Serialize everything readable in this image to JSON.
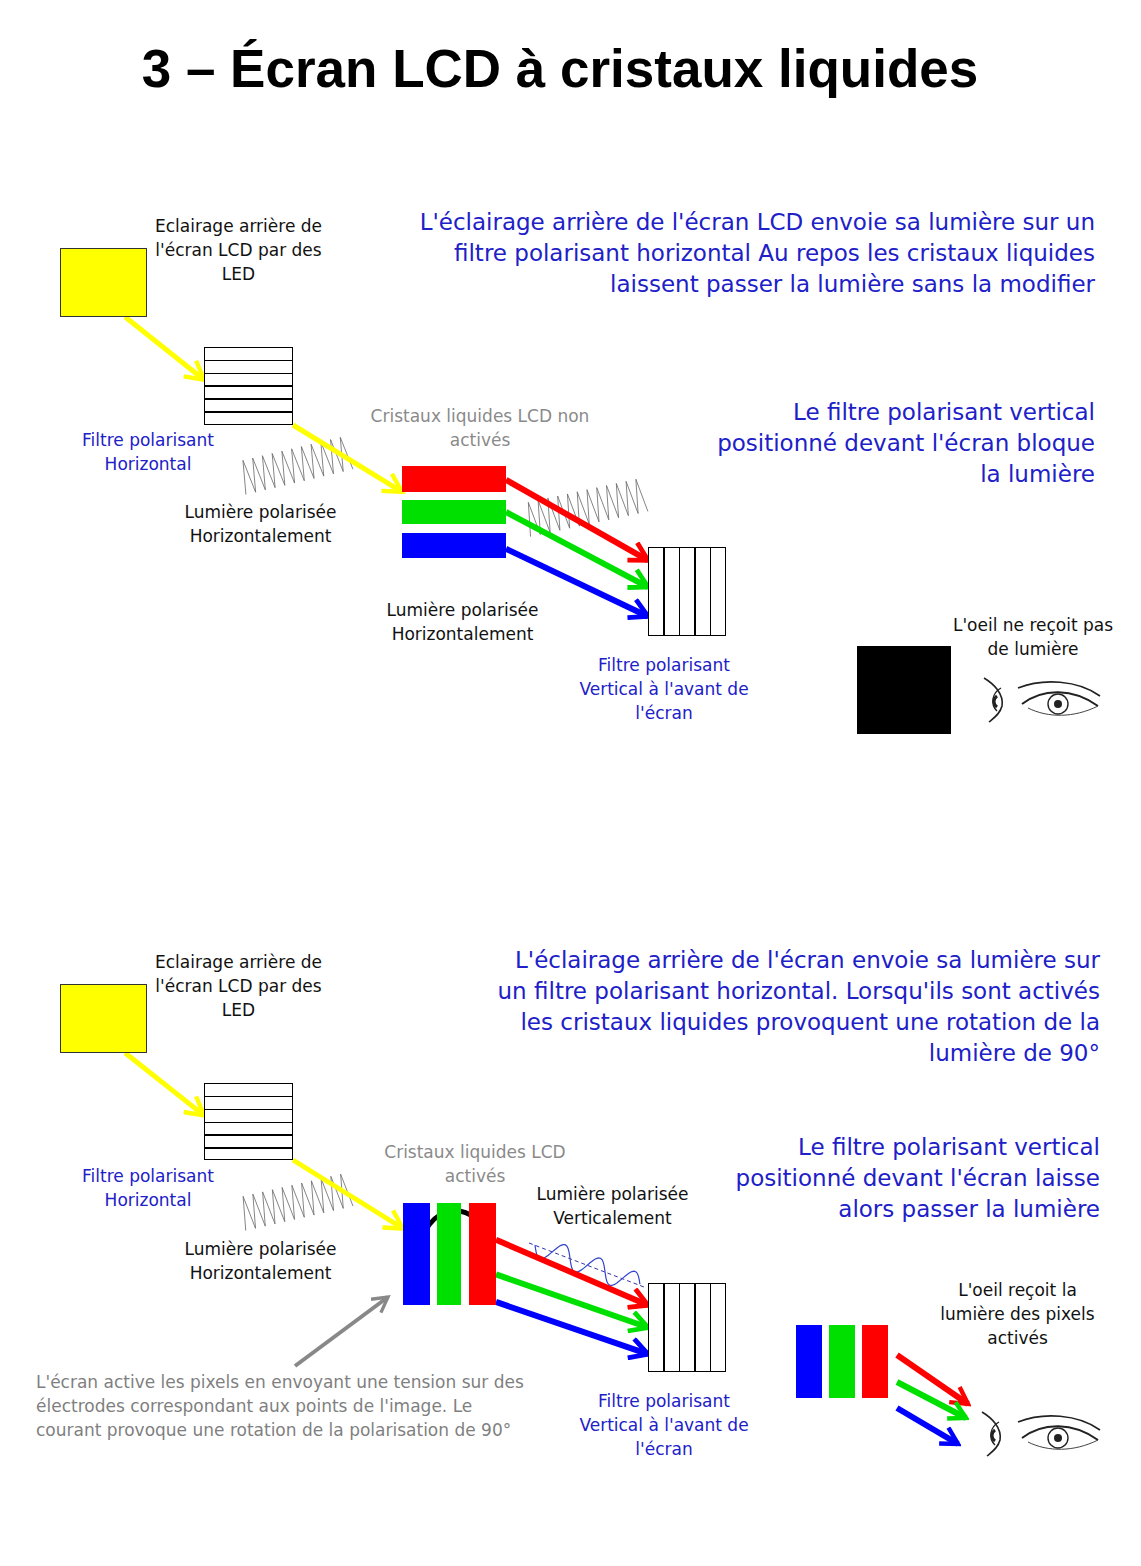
{
  "diagram": {
    "title": "3 – Écran LCD à cristaux liquides",
    "nodes": [
      {
        "text": [
          "Eclairage arrière de l'écran LCD par des LED"
        ]
      },
      {
        "text": [
          "Filtre polarisant Horizontal"
        ]
      },
      {
        "text": [
          "Cristaux liquides LCD non activés"
        ]
      },
      {
        "text": [
          "Filtre polarisant Vertical à l'avant de l'écran"
        ]
      },
      {
        "text": [
          "Eclairage arrière de l'écran LCD par des LED"
        ]
      },
      {
        "text": [
          "Filtre polarisant Horizontal"
        ]
      },
      {
        "text": [
          "Cristaux liquides LCD activés"
        ]
      },
      {
        "text": [
          "Filtre polarisant Vertical à l'avant de l'écran"
        ]
      }
    ],
    "edges": [
      {
        "from": 0,
        "to": 1,
        "arrow": "to"
      },
      {
        "from": 1,
        "to": 2,
        "arrow": "to"
      },
      {
        "from": 2,
        "to": 3,
        "arrow": "to"
      },
      {
        "from": 2,
        "to": 3,
        "arrow": "to"
      },
      {
        "from": 2,
        "to": 3,
        "arrow": "to"
      },
      {
        "from": 4,
        "to": 5,
        "arrow": "to"
      },
      {
        "from": 5,
        "to": 6,
        "arrow": "to"
      },
      {
        "from": 6,
        "to": 7,
        "arrow": "to"
      },
      {
        "from": 6,
        "to": 7,
        "arrow": "to"
      },
      {
        "from": 6,
        "to": 7,
        "arrow": "to"
      }
    ],
    "labels": [
      "L'éclairage arrière de l'écran LCD envoie sa lumière sur un filtre polarisant horizontal Au repos les cristaux liquides laissent passer la lumière sans la modifier",
      "Le filtre polarisant vertical positionné devant l'écran bloque la lumière",
      "Lumière polarisée Horizontalement",
      "Lumière polarisée Horizontalement",
      "L'oeil ne reçoit pas de lumière",
      "L'éclairage arrière de l'écran envoie sa lumière sur un filtre polarisant horizontal. Lorsqu'ils sont activés les cristaux liquides provoquent une rotation de la lumière de 90°",
      "Le filtre polarisant vertical positionné devant l'écran laisse alors passer la lumière",
      "Lumière polarisée Horizontalement",
      "Lumière polarisée Verticalement",
      "L'oeil reçoit la lumière des pixels activés",
      "L'écran active les pixels en envoyant une tension sur des électrodes correspondant aux points de l'image. Le courant provoque une rotation de la polarisation de 90°"
    ]
  }
}
